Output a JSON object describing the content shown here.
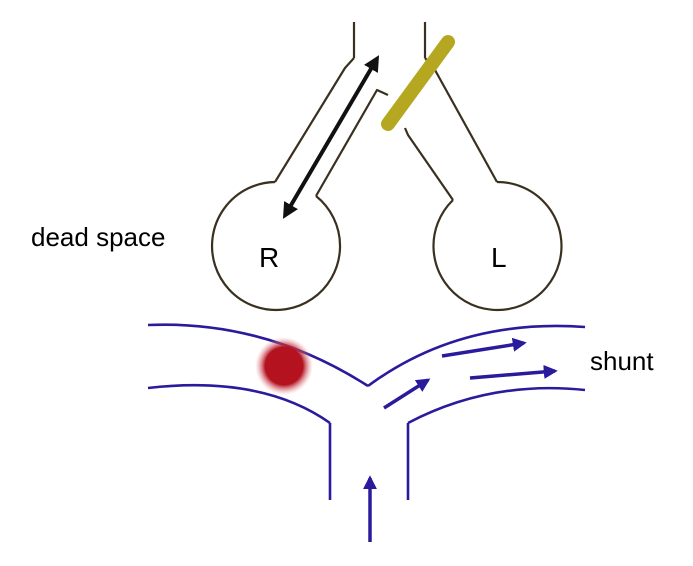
{
  "labels": {
    "dead_space": "dead space",
    "shunt": "shunt",
    "right_alveolus": "R",
    "left_alveolus": "L"
  },
  "colors": {
    "airway_outline": "#3a3020",
    "air_arrow": "#111111",
    "obstruction": "#b5a720",
    "vessel": "#2a1a9c",
    "blood_flow_arrow": "#2a1a9c",
    "clot": "#b3121e"
  },
  "icons": {
    "airway_obstruction": "bar-block",
    "vessel_obstruction": "clot-blob"
  }
}
